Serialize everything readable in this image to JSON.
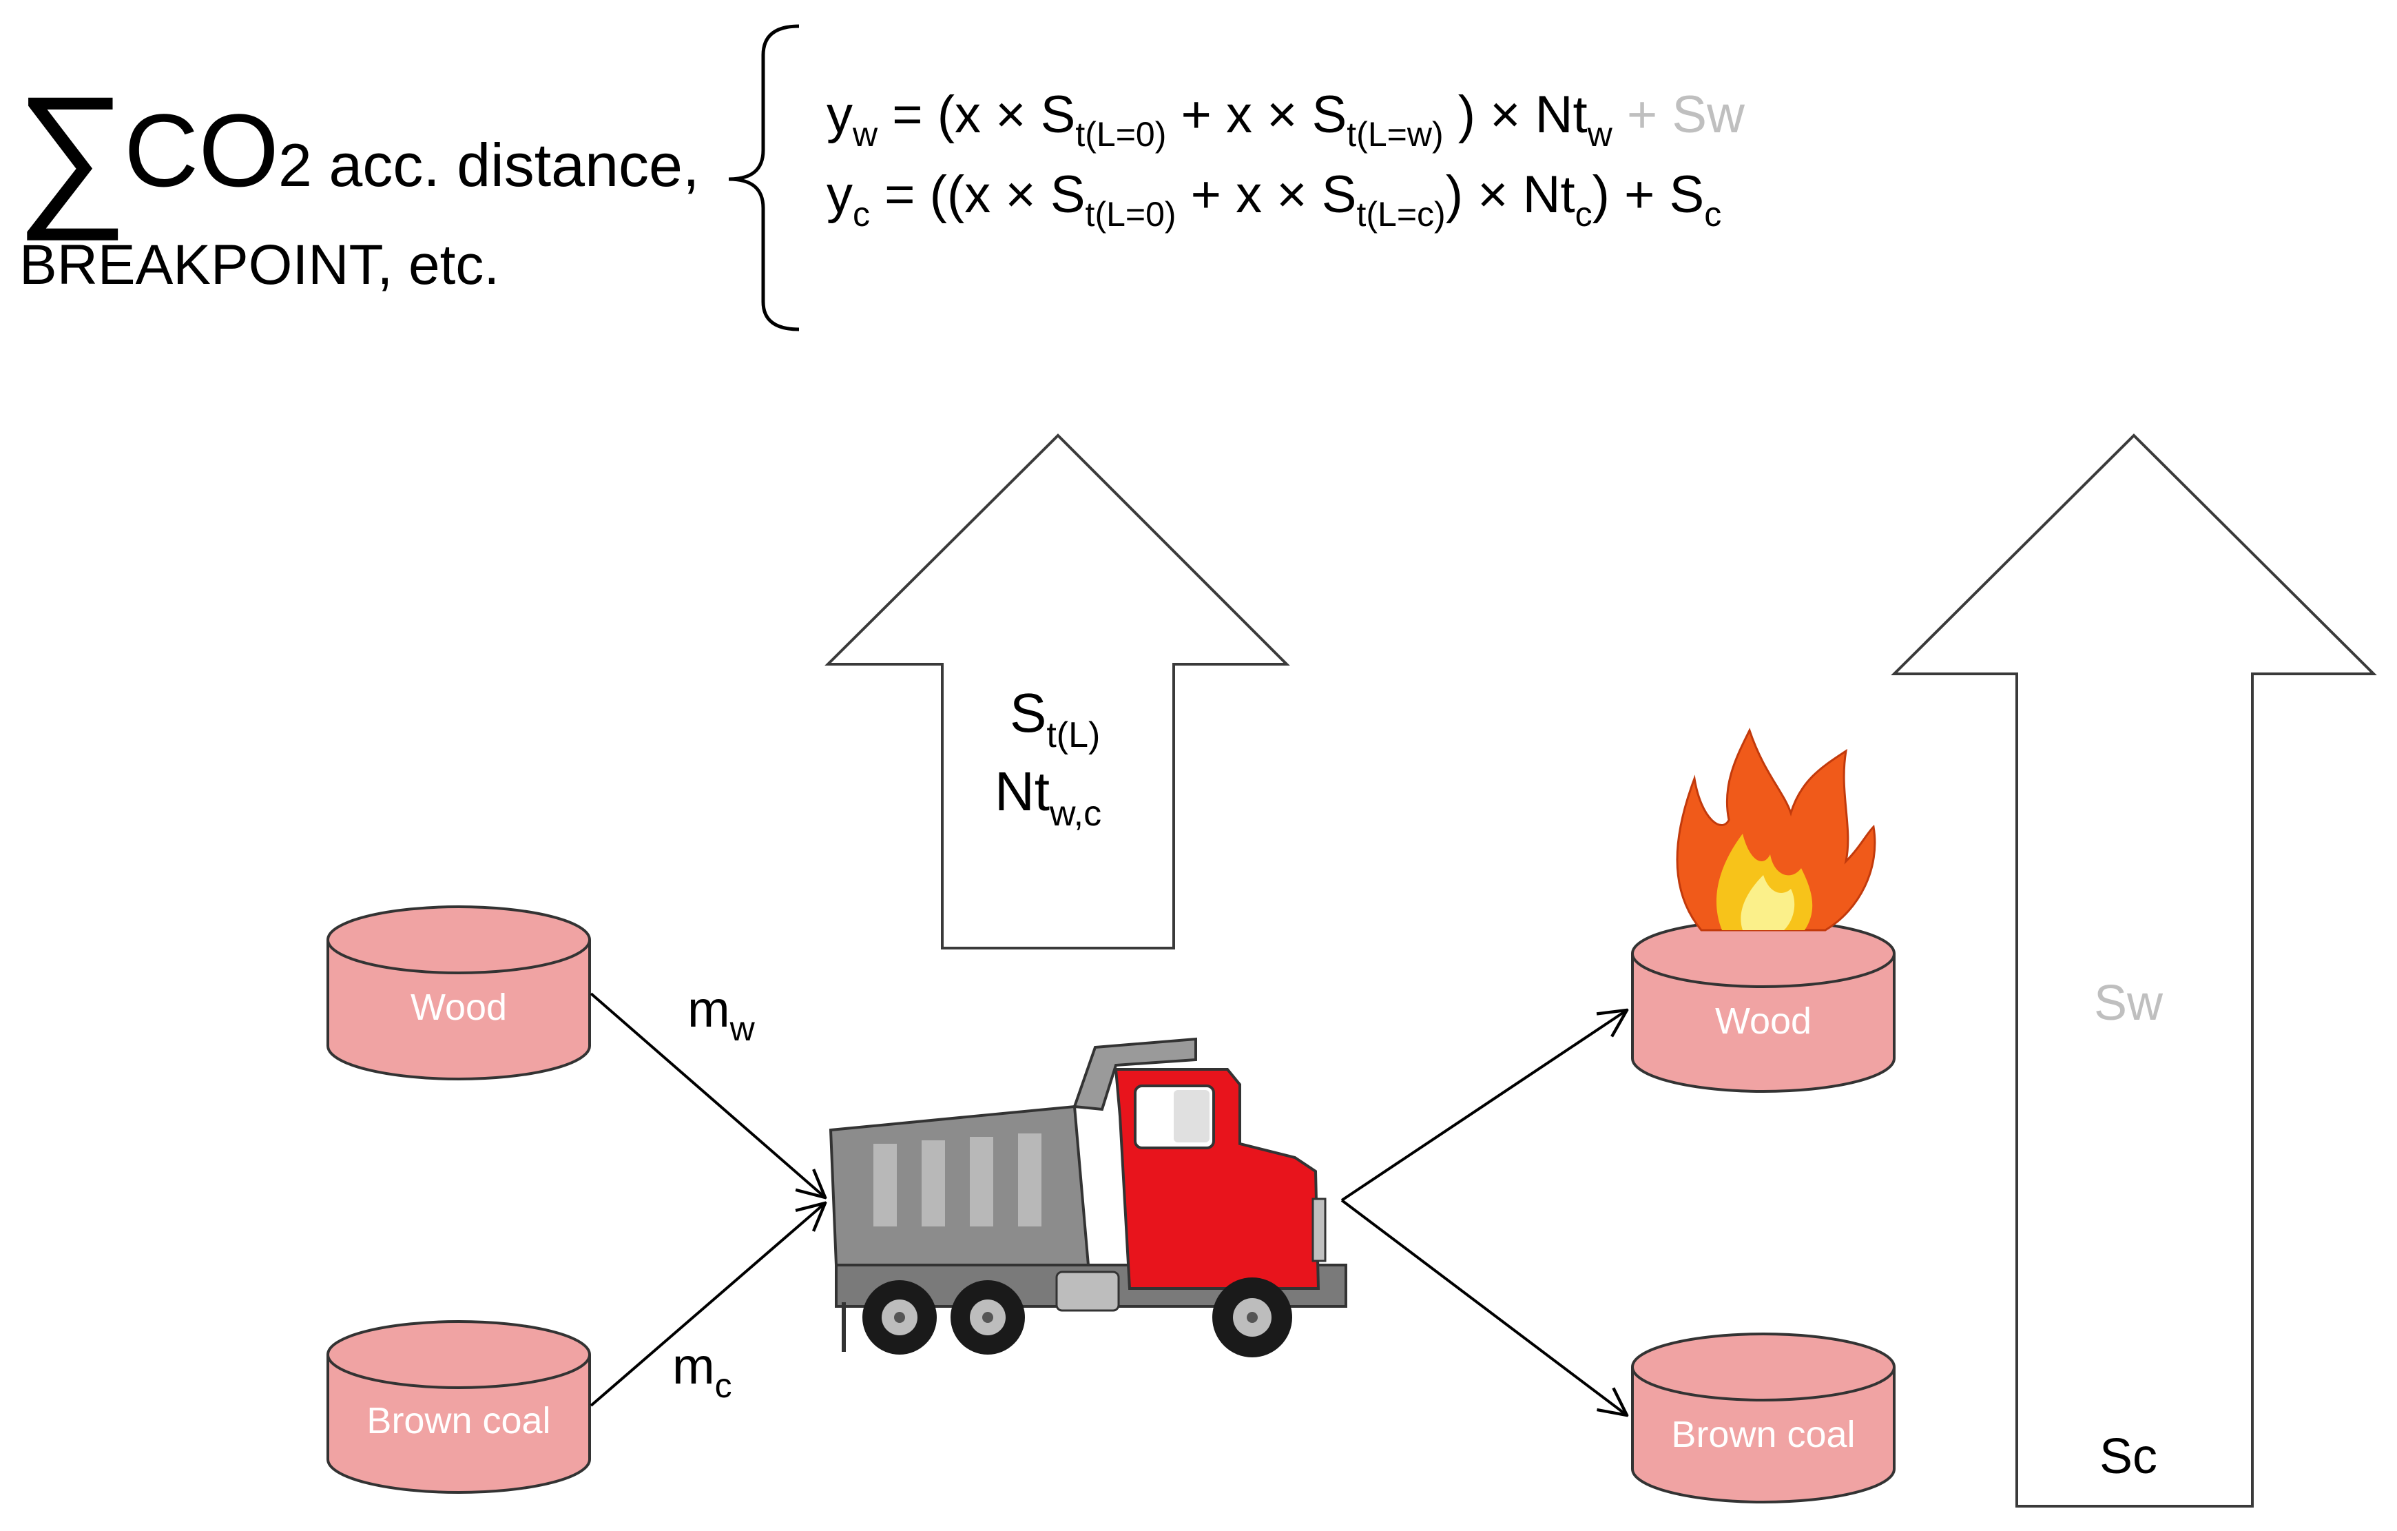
{
  "header": {
    "sum_symbol": "∑",
    "co_text": "CO",
    "co_suffix": "2 acc. distance,",
    "line2": "BREAKPOINT, etc."
  },
  "equations": {
    "eq1": {
      "y": "y",
      "y_sub": "w",
      "part1": " = (x × S",
      "sub1": "t(L=0)",
      "part2": " + x × S",
      "sub2": "t(L=w)",
      "part3": " ) × Nt",
      "sub3": "w",
      "tail": " + Sw"
    },
    "eq2": {
      "y": "y",
      "y_sub": "c",
      "part1": " = ((x × S",
      "sub1": "t(L=0)",
      "part2": " + x × S",
      "sub2": "t(L=c)",
      "part3": ") × Nt",
      "sub3": "c",
      "part4": ") + S",
      "sub4": "c"
    }
  },
  "transport_arrow": {
    "s": "S",
    "s_sub": "t(L)",
    "nt": "Nt",
    "nt_sub": "w,c"
  },
  "sources": {
    "wood": "Wood",
    "coal": "Brown coal"
  },
  "flows": {
    "mw": "m",
    "mw_sub": "w",
    "mc": "m",
    "mc_sub": "c"
  },
  "destinations": {
    "wood": "Wood",
    "coal": "Brown coal"
  },
  "storage_arrow": {
    "sw": "Sw",
    "sc": "Sc"
  },
  "colors": {
    "cylinder_fill": "#f0a3a3",
    "cylinder_stroke": "#333333",
    "light_gray_text": "#bfbfbf",
    "truck_red": "#e8141c",
    "truck_gray": "#8c8c8c",
    "flame_orange": "#f05a1a",
    "flame_yellow": "#f8e020"
  }
}
